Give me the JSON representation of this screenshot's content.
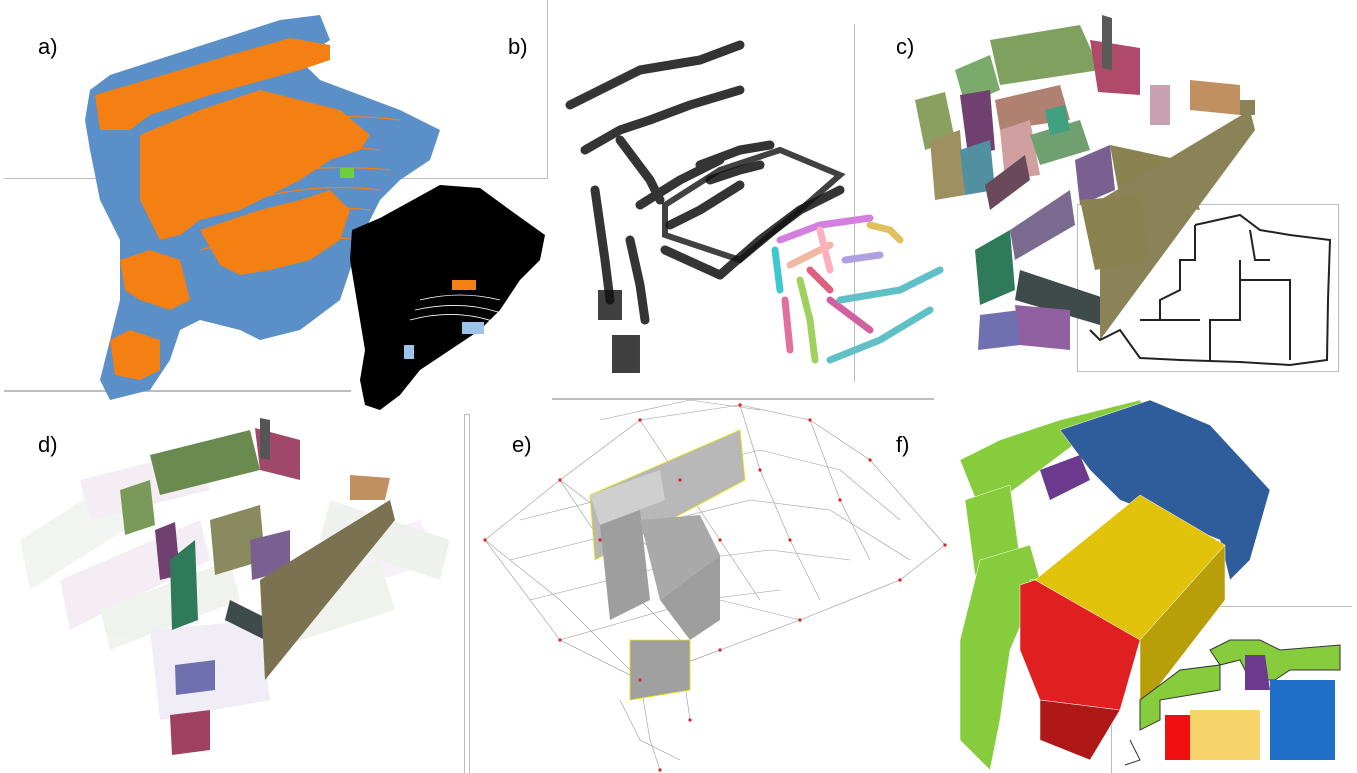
{
  "figure": {
    "panels": [
      {
        "id": "a",
        "label": "a)"
      },
      {
        "id": "b",
        "label": "b)"
      },
      {
        "id": "c",
        "label": "c)"
      },
      {
        "id": "d",
        "label": "d)"
      },
      {
        "id": "e",
        "label": "e)"
      },
      {
        "id": "f",
        "label": "f)"
      }
    ]
  },
  "colors": {
    "wall_blue": "#5b8fc7",
    "floor_orange": "#f47f12",
    "black": "#000000",
    "olive": "#8b8358",
    "green_mesh": "#86cc3c",
    "blue_mesh": "#2f5c9a",
    "yellow_mesh": "#e0c30a",
    "red_mesh": "#e02020",
    "purple_mesh": "#6b3a8f"
  }
}
